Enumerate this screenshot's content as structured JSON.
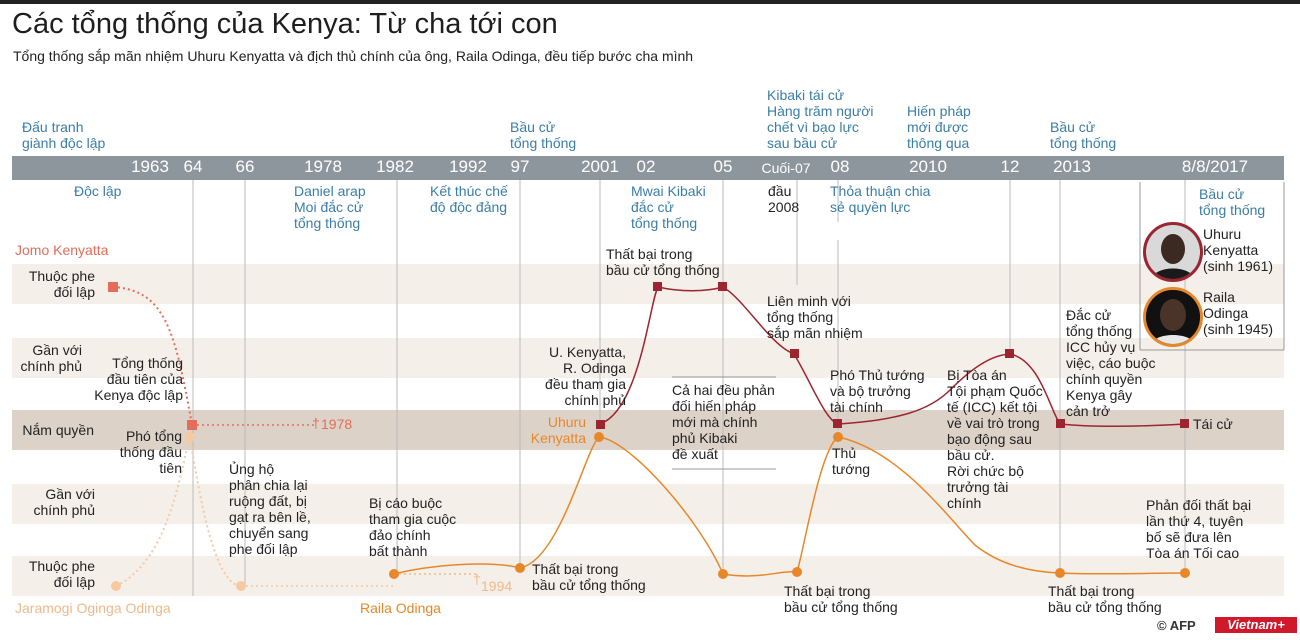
{
  "title": "Các tổng thống của Kenya: Từ cha tới con",
  "subtitle": "Tổng thống sắp mãn nhiệm Uhuru Kenyatta và địch thủ chính của ông, Raila Odinga, đều tiếp bước cha mình",
  "years": [
    "1963",
    "64",
    "66",
    "1978",
    "1982",
    "1992",
    "97",
    "2001",
    "02",
    "05",
    "Cuối-07",
    "08",
    "2010",
    "12",
    "2013",
    "8/8/2017"
  ],
  "top_events": {
    "doc_lap_struggle": [
      "Đấu tranh",
      "giành độc lập"
    ],
    "bau_cu_1": [
      "Bầu cử",
      "tổng thống"
    ],
    "kibaki_reelect": [
      "Kibaki tái cử",
      "Hàng trăm người",
      "chết vì bạo lực",
      "sau bầu cử"
    ],
    "constitution": [
      "Hiến pháp",
      "mới được",
      "thông qua"
    ],
    "bau_cu_2": [
      "Bầu cử",
      "tổng thống"
    ]
  },
  "below_events": {
    "independence": "Độc lập",
    "moi": [
      "Daniel arap",
      "Moi đắc cử",
      "tổng thống"
    ],
    "multiparty": [
      "Kết thúc chế",
      "độ độc đảng"
    ],
    "kibaki_win": [
      "Mwai Kibaki",
      "đắc cử",
      "tổng thống"
    ],
    "early2008": [
      "đầu",
      "2008"
    ],
    "power_share": [
      "Thỏa thuận chia",
      "sẻ quyền lực"
    ],
    "election_2017": [
      "Bầu cử",
      "tổng thống"
    ]
  },
  "rows": {
    "opposition": [
      "Thuộc phe",
      "đối lập"
    ],
    "near_gov": [
      "Gần với",
      "chính phủ"
    ],
    "in_power": "Nắm quyền",
    "near_gov2": [
      "Gần với",
      "chính phủ"
    ],
    "opposition2": [
      "Thuộc phe",
      "đối lập"
    ]
  },
  "people": {
    "jomo": "Jomo Kenyatta",
    "jaramogi": "Jaramogi Oginga Odinga",
    "raila": "Raila Odinga",
    "uhuru": [
      "Uhuru",
      "Kenyatta"
    ]
  },
  "annotations": {
    "first_president": [
      "Tổng thống",
      "đầu tiên của",
      "Kenya độc lập"
    ],
    "vice_president": [
      "Phó tổng",
      "thống đầu",
      "tiên"
    ],
    "death_1978": "1978",
    "death_1994": "1994",
    "land_reform": [
      "Ủng hộ",
      "phân chia lại",
      "ruộng đất, bị",
      "gạt ra bên lề,",
      "chuyển sang",
      "phe đối lập"
    ],
    "coup": [
      "Bị cáo buộc",
      "tham gia cuộc",
      "đảo chính",
      "bất thành"
    ],
    "lost_97": [
      "Thất bại trong",
      "bầu cử tổng thống"
    ],
    "both_near_gov": [
      "U. Kenyatta,",
      "R. Odinga",
      "đều tham gia",
      "chính phủ"
    ],
    "lost_02": [
      "Thất bại trong",
      "bầu cử tổng thống"
    ],
    "oppose_const": [
      "Cả hai đều phản",
      "đối hiến pháp",
      "mới mà chính",
      "phủ Kibaki",
      "đề xuất"
    ],
    "alliance": [
      "Liên minh với",
      "tổng thống",
      "sắp mãn nhiệm"
    ],
    "lost_07": [
      "Thất bại trong",
      "bầu cử tổng thống"
    ],
    "deputy_pm": [
      "Phó Thủ tướng",
      "và bộ trưởng",
      "tài chính"
    ],
    "pm": [
      "Thủ",
      "tướng"
    ],
    "icc": [
      "Bị Tòa án",
      "Tội phạm Quốc",
      "tế (ICC) kết tội",
      "về vai trò trong",
      "bạo động sau",
      "bầu cử.",
      "Rời chức bộ",
      "trưởng tài",
      "chính"
    ],
    "lost_13": [
      "Thất bại trong",
      "bầu cử tổng thống"
    ],
    "won_13": [
      "Đắc cử",
      "tổng thống",
      "ICC hủy vụ",
      "việc, cáo buộc",
      "chính quyền",
      "Kenya gây",
      "cản trở"
    ],
    "reelect": "Tái cử",
    "fourth_loss": [
      "Phản đối thất bại",
      "lần thứ 4, tuyên",
      "bố sẽ đưa lên",
      "Tòa án Tối cao"
    ]
  },
  "legend": {
    "uhuru": [
      "Uhuru",
      "Kenyatta",
      "(sinh 1961)"
    ],
    "raila": [
      "Raila",
      "Odinga",
      "(sinh 1945)"
    ]
  },
  "credits": {
    "afp": "© AFP",
    "vietnam": "Vietnam+"
  },
  "colors": {
    "axis": "#8e969d",
    "band_light": "#f4efe9",
    "band_dark": "#ddd2c8",
    "kenyatta_dark": "#9c2530",
    "jomo": "#e36d5a",
    "raila": "#e8872a",
    "jaramogi": "#f6c9a2",
    "blue_text": "#3a7ea8"
  }
}
